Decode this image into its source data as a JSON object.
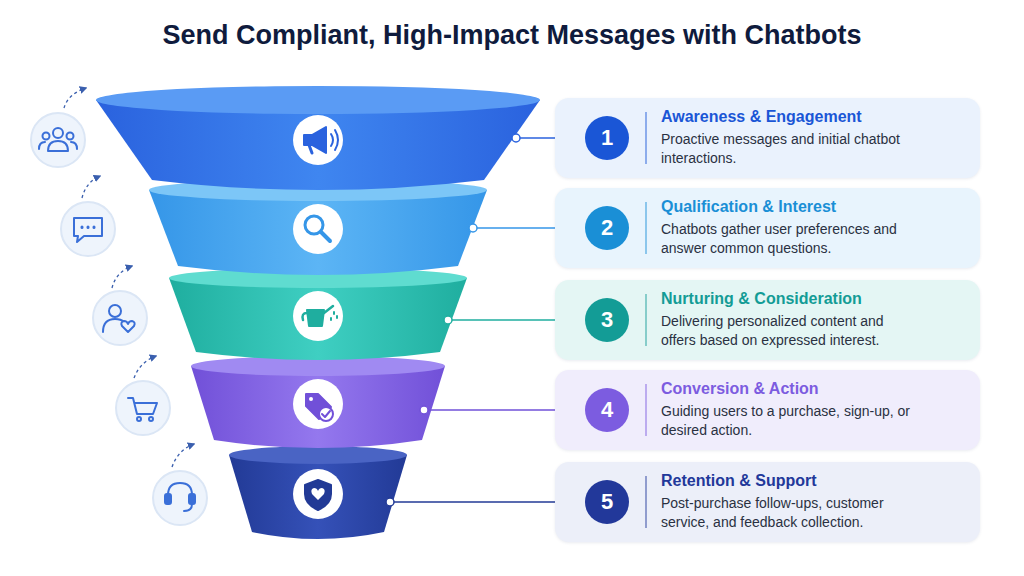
{
  "diagram": {
    "title": "Send Compliant, High-Impact Messages with Chatbots",
    "nodes": [
      {
        "text": [
          "Awareness & Engagement",
          "Proactive messages and initial chatbot interactions."
        ]
      },
      {
        "text": [
          "1"
        ],
        "in": 0
      },
      {
        "text": [
          "Qualification & Interest",
          "Chatbots gather user preferences and answer common questions."
        ]
      },
      {
        "text": [
          "2"
        ],
        "in": 2
      },
      {
        "text": [
          "Nurturing & Consideration",
          "Delivering personalized content and offers based on expressed interest."
        ]
      },
      {
        "text": [
          "3"
        ],
        "in": 4
      },
      {
        "text": [
          "Conversion & Action",
          "Guiding users to a purchase, sign-up, or desired action."
        ]
      },
      {
        "text": [
          "4"
        ],
        "in": 6
      },
      {
        "text": [
          "Retention & Support",
          "Post-purchase follow-ups, customer service, and feedback collection."
        ]
      },
      {
        "text": [
          "5"
        ],
        "in": 8
      }
    ]
  }
}
